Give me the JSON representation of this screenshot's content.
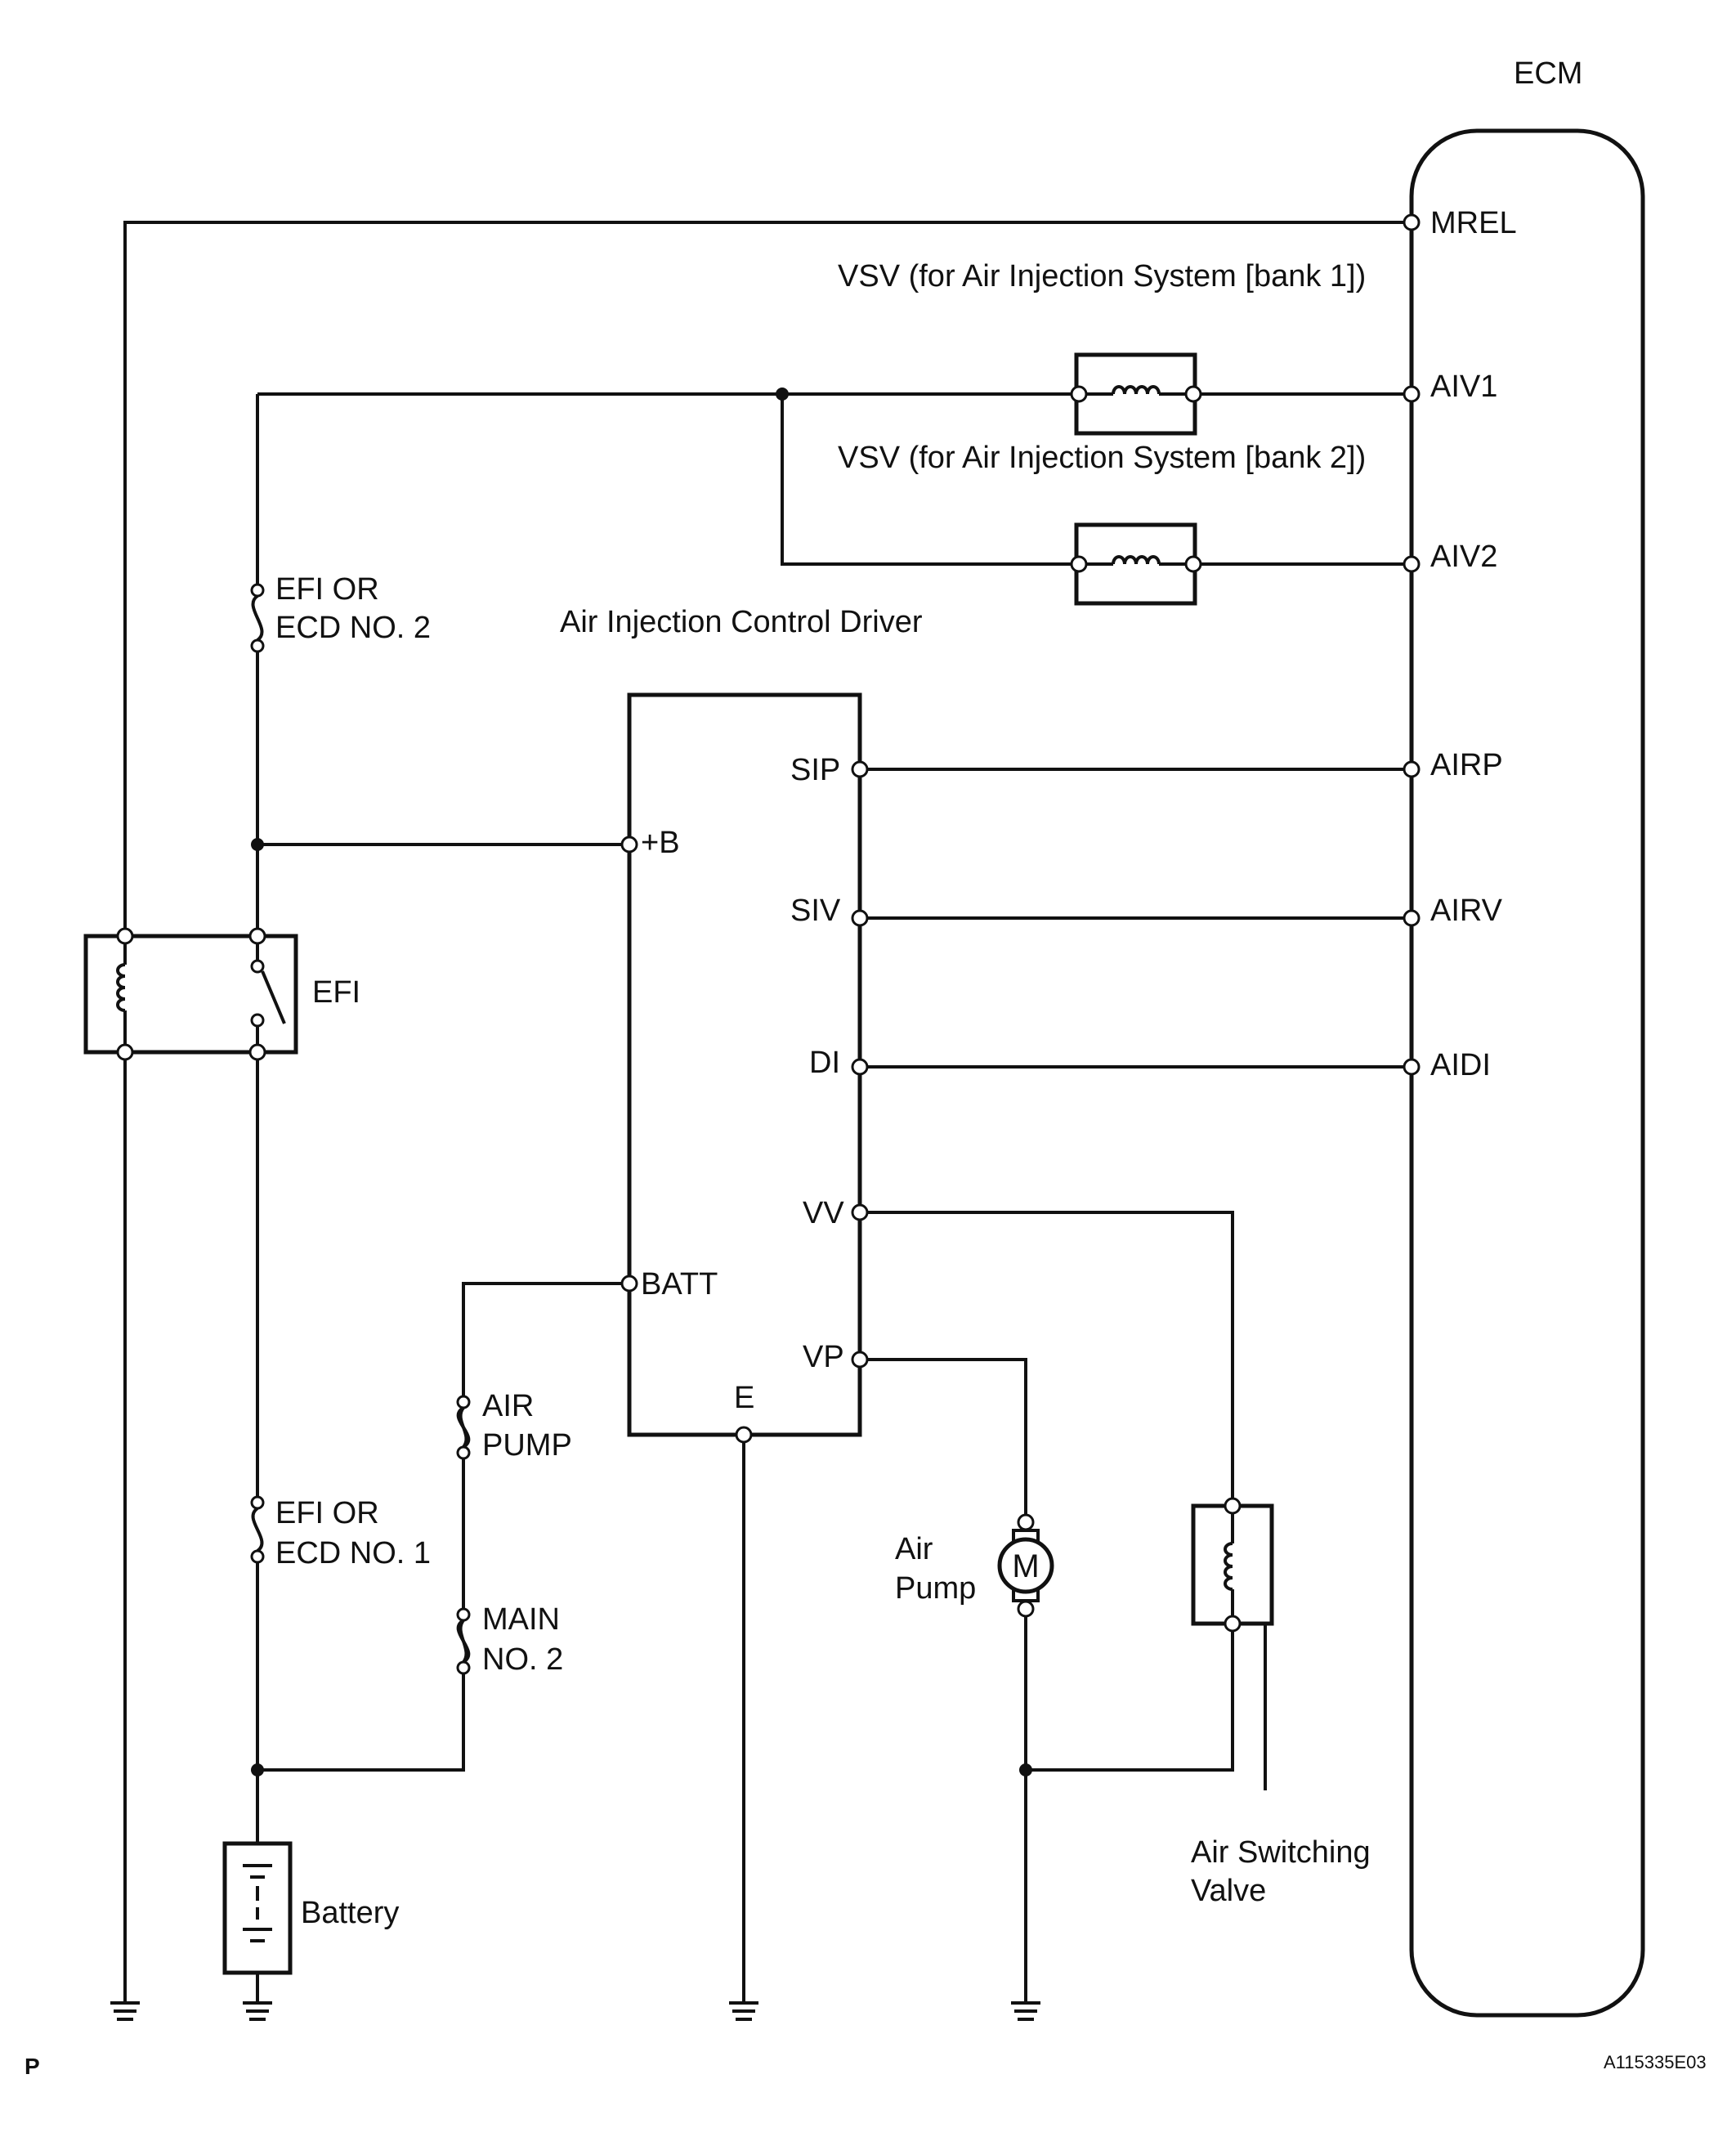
{
  "ecm": {
    "title": "ECM",
    "pins": {
      "mrel": "MREL",
      "aiv1": "AIV1",
      "aiv2": "AIV2",
      "airp": "AIRP",
      "airv": "AIRV",
      "aidi": "AIDI"
    }
  },
  "vsv": {
    "bank1": "VSV (for Air Injection System [bank 1])",
    "bank2": "VSV (for Air Injection System [bank 2])"
  },
  "driver": {
    "title": "Air Injection Control Driver",
    "pins": {
      "sip": "SIP",
      "siv": "SIV",
      "di": "DI",
      "vv": "VV",
      "vp": "VP",
      "plus_b": "+B",
      "batt": "BATT",
      "e": "E"
    }
  },
  "fuses": {
    "efi2_line1": "EFI OR",
    "efi2_line2": "ECD NO. 2",
    "efi1_line1": "EFI OR",
    "efi1_line2": "ECD NO. 1",
    "airpump_line1": "AIR",
    "airpump_line2": "PUMP",
    "main2_line1": "MAIN",
    "main2_line2": "NO. 2"
  },
  "relay": {
    "label": "EFI"
  },
  "air_pump": {
    "line1": "Air",
    "line2": "Pump",
    "symbol": "M"
  },
  "air_switching_valve": {
    "line1": "Air Switching",
    "line2": "Valve"
  },
  "battery": {
    "label": "Battery"
  },
  "footer": {
    "corner_mark": "P",
    "figure_code": "A115335E03"
  }
}
